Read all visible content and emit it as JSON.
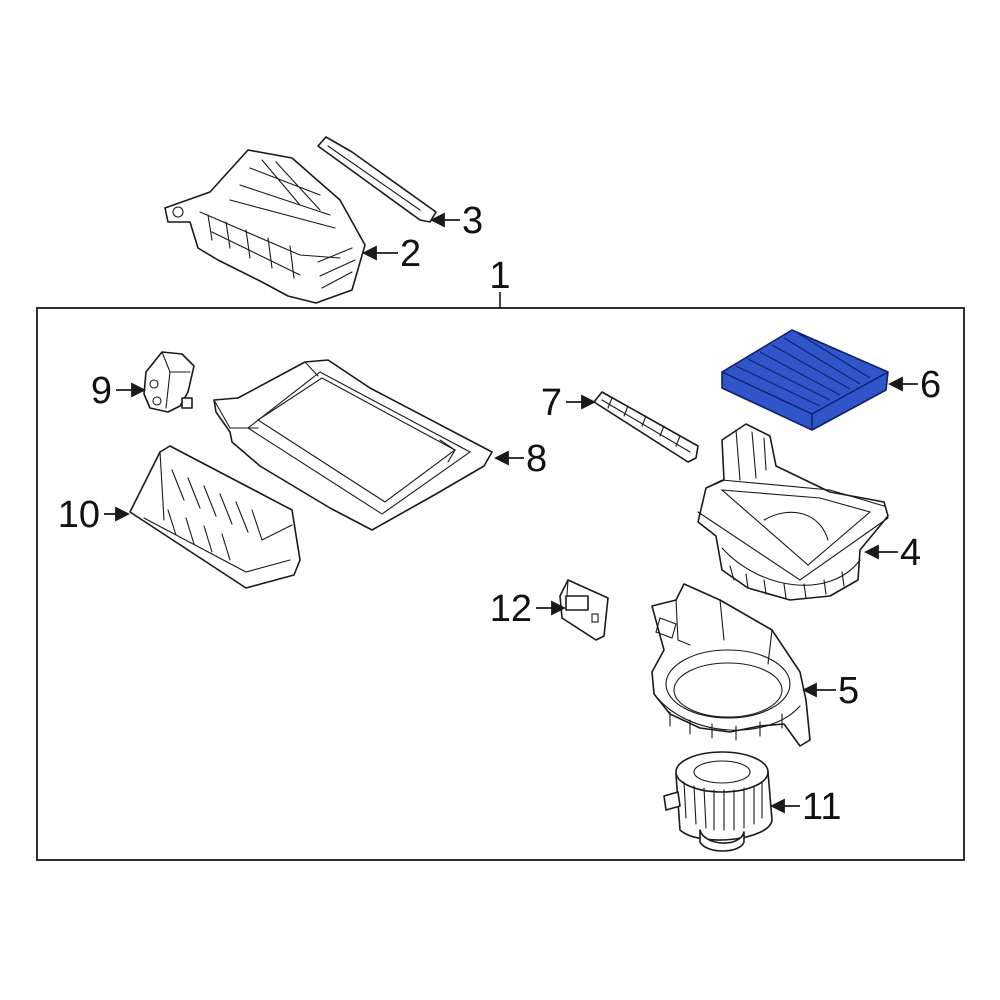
{
  "diagram": {
    "colors": {
      "line": "#1a1a1a",
      "highlight": "#2f55c8",
      "highlight_dark": "#0e1f6e",
      "background": "#ffffff"
    },
    "callouts": [
      {
        "id": "c1",
        "label": "1",
        "part": "assembly-frame"
      },
      {
        "id": "c2",
        "label": "2",
        "part": "upper-duct-case"
      },
      {
        "id": "c3",
        "label": "3",
        "part": "seal-strip"
      },
      {
        "id": "c4",
        "label": "4",
        "part": "intake-housing"
      },
      {
        "id": "c5",
        "label": "5",
        "part": "blower-case"
      },
      {
        "id": "c6",
        "label": "6",
        "part": "cabin-air-filter"
      },
      {
        "id": "c7",
        "label": "7",
        "part": "filter-door"
      },
      {
        "id": "c8",
        "label": "8",
        "part": "evaporator-cover"
      },
      {
        "id": "c9",
        "label": "9",
        "part": "sensor-bracket"
      },
      {
        "id": "c10",
        "label": "10",
        "part": "lower-duct"
      },
      {
        "id": "c11",
        "label": "11",
        "part": "blower-motor"
      },
      {
        "id": "c12",
        "label": "12",
        "part": "resistor"
      }
    ]
  }
}
